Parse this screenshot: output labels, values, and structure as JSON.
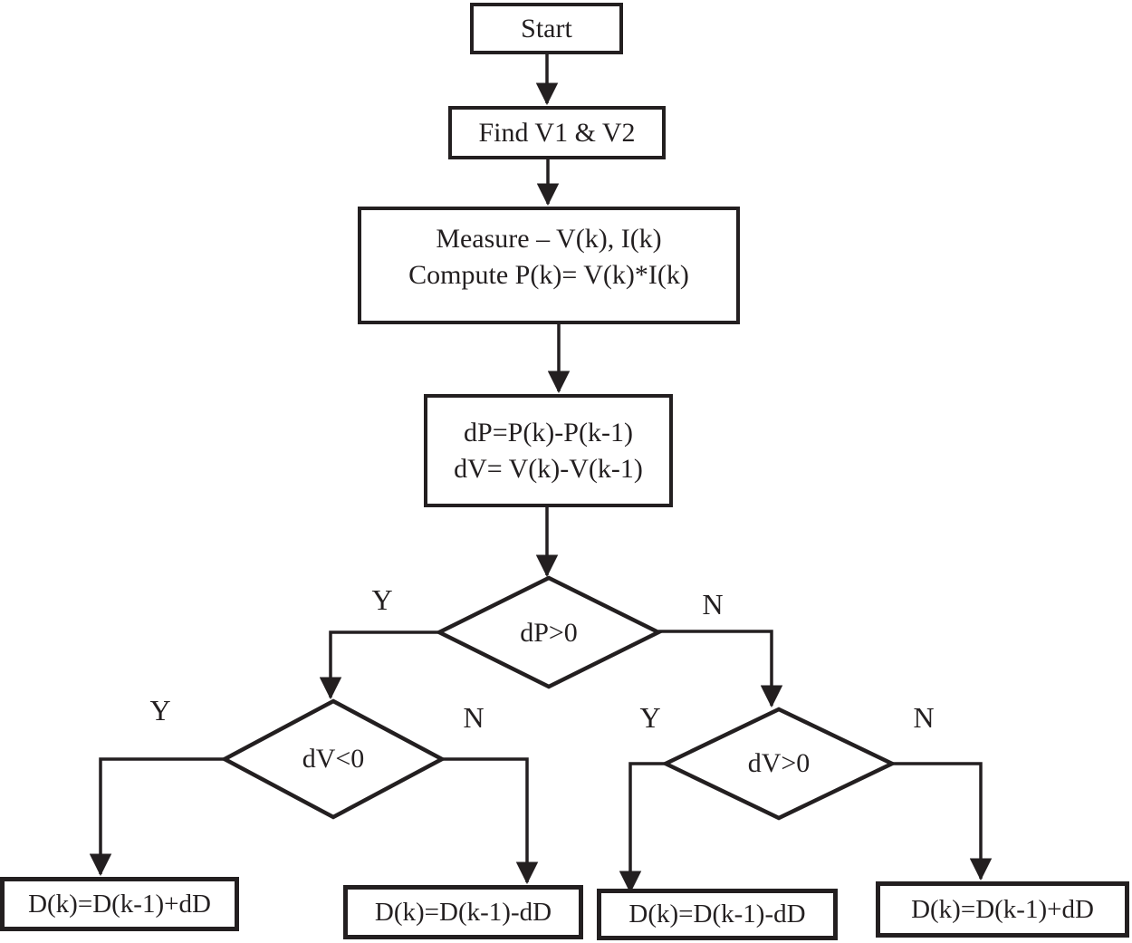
{
  "diagram": {
    "type": "flowchart",
    "nodes": {
      "start": {
        "label": "Start"
      },
      "find": {
        "label": "Find V1 & V2"
      },
      "measure": {
        "line1": "Measure – V(k), I(k)",
        "line2": "Compute P(k)= V(k)*I(k)"
      },
      "delta": {
        "line1": "dP=P(k)-P(k-1)",
        "line2": "dV= V(k)-V(k-1)"
      },
      "decision_dp": {
        "label": "dP>0"
      },
      "decision_dv_neg": {
        "label": "dV<0"
      },
      "decision_dv_pos": {
        "label": "dV>0"
      },
      "out_left_yes": {
        "label": "D(k)=D(k-1)+dD"
      },
      "out_left_no": {
        "label": "D(k)=D(k-1)-dD"
      },
      "out_right_yes": {
        "label": "D(k)=D(k-1)-dD"
      },
      "out_right_no": {
        "label": "D(k)=D(k-1)+dD"
      }
    },
    "branch_labels": {
      "dp_yes": "Y",
      "dp_no": "N",
      "dv_neg_yes": "Y",
      "dv_neg_no": "N",
      "dv_pos_yes": "Y",
      "dv_pos_no": "N"
    },
    "colors": {
      "line": "#231f20",
      "text": "#231f20",
      "background": "#ffffff"
    }
  }
}
